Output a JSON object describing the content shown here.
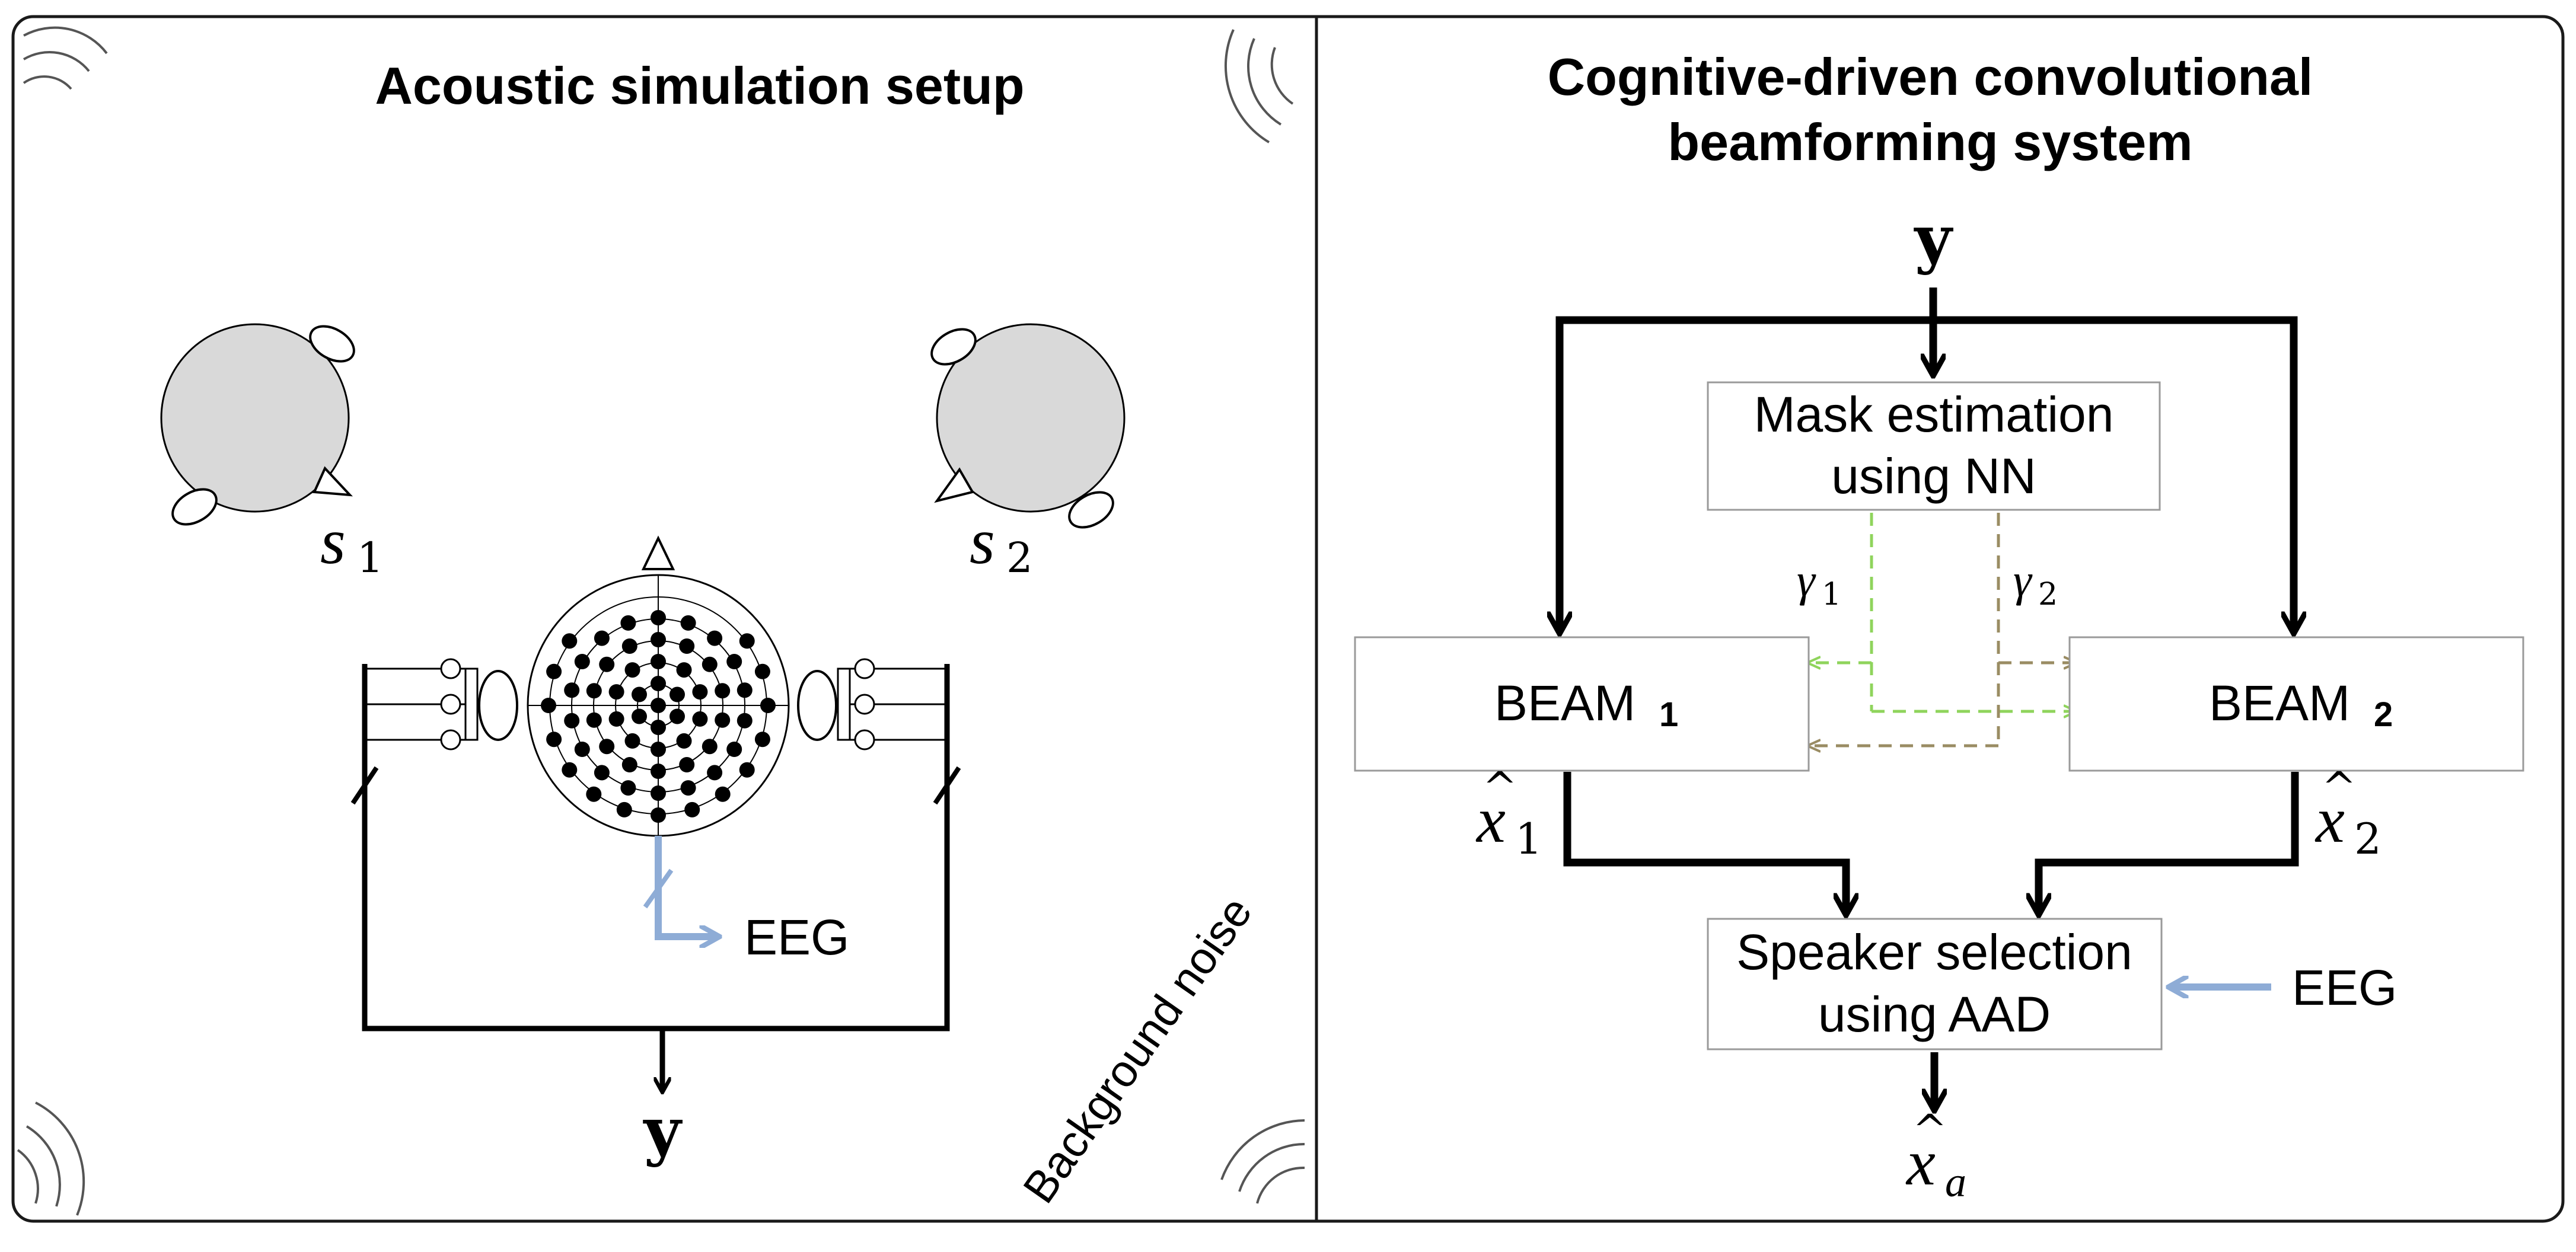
{
  "left_panel": {
    "title": "Acoustic simulation setup",
    "speaker_1_label": "s",
    "speaker_1_sub": "1",
    "speaker_2_label": "s",
    "speaker_2_sub": "2",
    "eeg_label": "EEG",
    "output_label": "y",
    "noise_label": "Background noise"
  },
  "right_panel": {
    "title_line1": "Cognitive-driven convolutional",
    "title_line2": "beamforming system",
    "input_label": "y",
    "mask_box_line1": "Mask estimation",
    "mask_box_line2": "using NN",
    "gamma_1": "γ",
    "gamma_1_sub": "1",
    "gamma_2": "γ",
    "gamma_2_sub": "2",
    "beam_1": "BEAM",
    "beam_1_sub": "1",
    "beam_2": "BEAM",
    "beam_2_sub": "2",
    "xhat_1": "x",
    "xhat_1_sub": "1",
    "xhat_2": "x",
    "xhat_2_sub": "2",
    "speaker_box_line1": "Speaker selection",
    "speaker_box_line2": "using AAD",
    "eeg_label": "EEG",
    "output_label": "x",
    "output_sub": "a"
  },
  "colors": {
    "eeg_arrow": "#8eacd6",
    "gamma1_dashed": "#8fd45c",
    "gamma2_dashed": "#9a8c63",
    "head_fill": "#d9d9d9"
  }
}
